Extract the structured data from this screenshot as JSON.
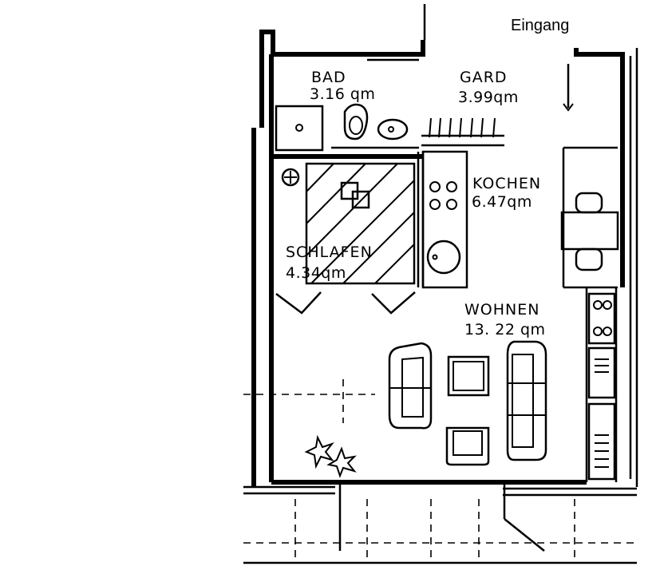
{
  "entrance": {
    "label": "Eingang"
  },
  "rooms": [
    {
      "name": "BAD",
      "area": "3.16 qm"
    },
    {
      "name": "GARD",
      "area": "3.99qm"
    },
    {
      "name": "KOCHEN",
      "area": "6.47qm"
    },
    {
      "name": "SCHLAFEN",
      "area": "4.34qm"
    },
    {
      "name": "WOHNEN",
      "area": "13. 22 qm"
    }
  ],
  "colors": {
    "ink": "#000000",
    "paper": "#ffffff"
  }
}
